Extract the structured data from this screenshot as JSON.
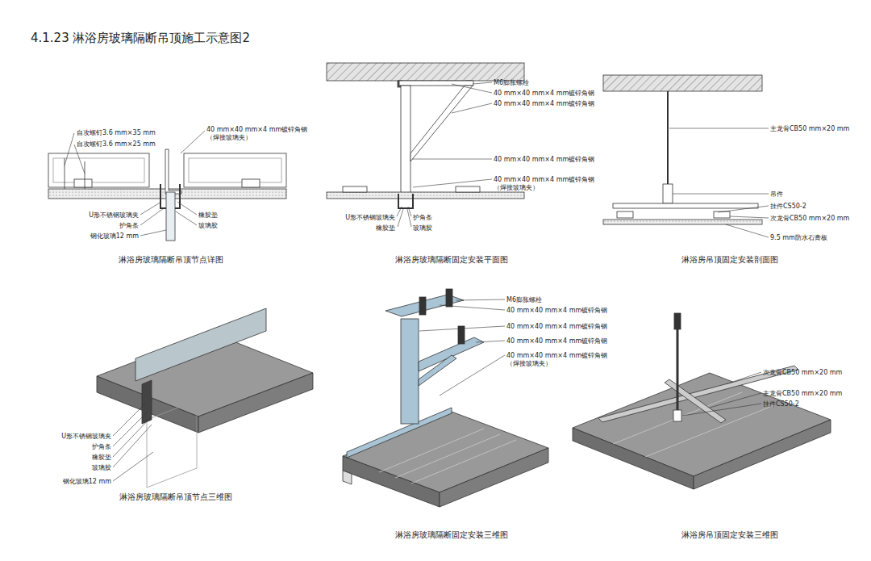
{
  "diagram": {
    "title": "4.1.23 淋浴房玻璃隔断吊顶施工示意图2",
    "labels": [
      "自攻螺钉3.6 mm×35 mm",
      "自攻螺钉3.6 mm×25 mm",
      "40 mm×40 mm×4 mm镀锌角钢 （焊接玻璃夹）",
      "U形不锈钢玻璃夹",
      "护角条",
      "钢化玻璃12 mm",
      "橡胶垫",
      "玻璃胶",
      "淋浴房玻璃隔断吊顶节点详图",
      "M6膨胀螺栓",
      "40 mm×40 mm×4 mm镀锌角钢",
      "40 mm×40 mm×4 mm镀锌角钢",
      "40 mm×40 mm×4 mm镀锌角钢",
      "40 mm×40 mm×4 mm镀锌角钢 （焊接玻璃夹）",
      "U形不锈钢玻璃夹",
      "护角条",
      "橡胶垫",
      "玻璃胶",
      "淋浴房玻璃隔断固定安装平面图",
      "主龙骨CB50 mm×20 mm",
      "吊件",
      "挂件CS50-2",
      "次龙骨CB50 mm×20 mm",
      "9.5 mm防水石膏板",
      "淋浴房吊顶固定安装剖面图",
      "U形不锈钢玻璃夹",
      "护角条",
      "橡胶垫",
      "玻璃胶",
      "钢化玻璃12 mm",
      "淋浴房玻璃隔断吊顶节点三维图",
      "M6膨胀螺栓",
      "40 mm×40 mm×4 mm镀锌角钢",
      "40 mm×40 mm×4 mm镀锌角钢",
      "40 mm×40 mm×4 mm镀锌角钢",
      "40 mm×40 mm×4 mm镀锌角钢 （焊接玻璃夹）",
      "淋浴房玻璃隔断固定安装三维图",
      "次龙骨CB50 mm×20 mm",
      "主龙骨CB50 mm×20 mm",
      "挂件CS50-2",
      "淋浴房吊顶固定安装三维图"
    ]
  }
}
